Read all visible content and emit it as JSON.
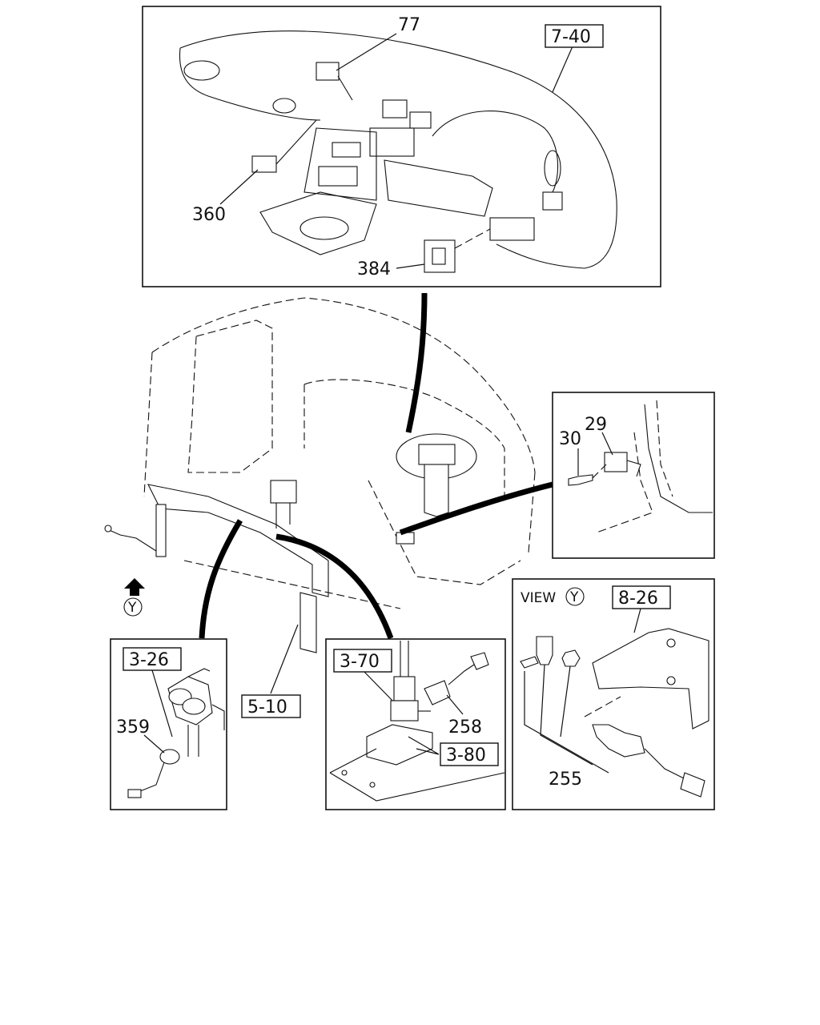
{
  "labels": {
    "part_77": "77",
    "part_360": "360",
    "part_384": "384",
    "part_30": "30",
    "part_29": "29",
    "part_359": "359",
    "part_258": "258",
    "part_255": "255",
    "view_text": "VIEW",
    "view_letter": "Y",
    "arrow_letter": "Y"
  },
  "refs": {
    "r_7_40": "7-40",
    "r_8_26": "8-26",
    "r_3_26": "3-26",
    "r_5_10": "5-10",
    "r_3_70": "3-70",
    "r_3_80": "3-80"
  }
}
